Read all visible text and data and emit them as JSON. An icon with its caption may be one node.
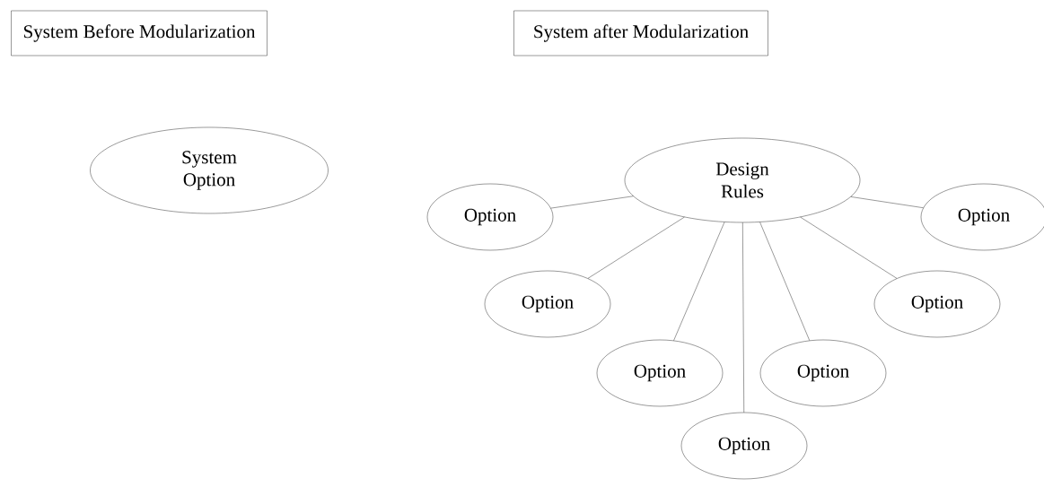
{
  "diagram": {
    "nodes": [
      {
        "text": [
          "System Before Modularization"
        ]
      },
      {
        "text": [
          "System after Modularization"
        ]
      },
      {
        "text": [
          "System Option"
        ]
      },
      {
        "text": [
          "Design Rules"
        ]
      },
      {
        "text": [
          "Option"
        ]
      },
      {
        "text": [
          "Option"
        ]
      },
      {
        "text": [
          "Option"
        ]
      },
      {
        "text": [
          "Option"
        ]
      },
      {
        "text": [
          "Option"
        ]
      },
      {
        "text": [
          "Option"
        ]
      },
      {
        "text": [
          "Option"
        ]
      }
    ],
    "edges": [
      {
        "from": 3,
        "to": 4,
        "arrow": "none"
      },
      {
        "from": 3,
        "to": 5,
        "arrow": "none"
      },
      {
        "from": 3,
        "to": 6,
        "arrow": "none"
      },
      {
        "from": 3,
        "to": 7,
        "arrow": "none"
      },
      {
        "from": 3,
        "to": 8,
        "arrow": "none"
      },
      {
        "from": 3,
        "to": 9,
        "arrow": "none"
      },
      {
        "from": 3,
        "to": 10,
        "arrow": "none"
      }
    ]
  }
}
